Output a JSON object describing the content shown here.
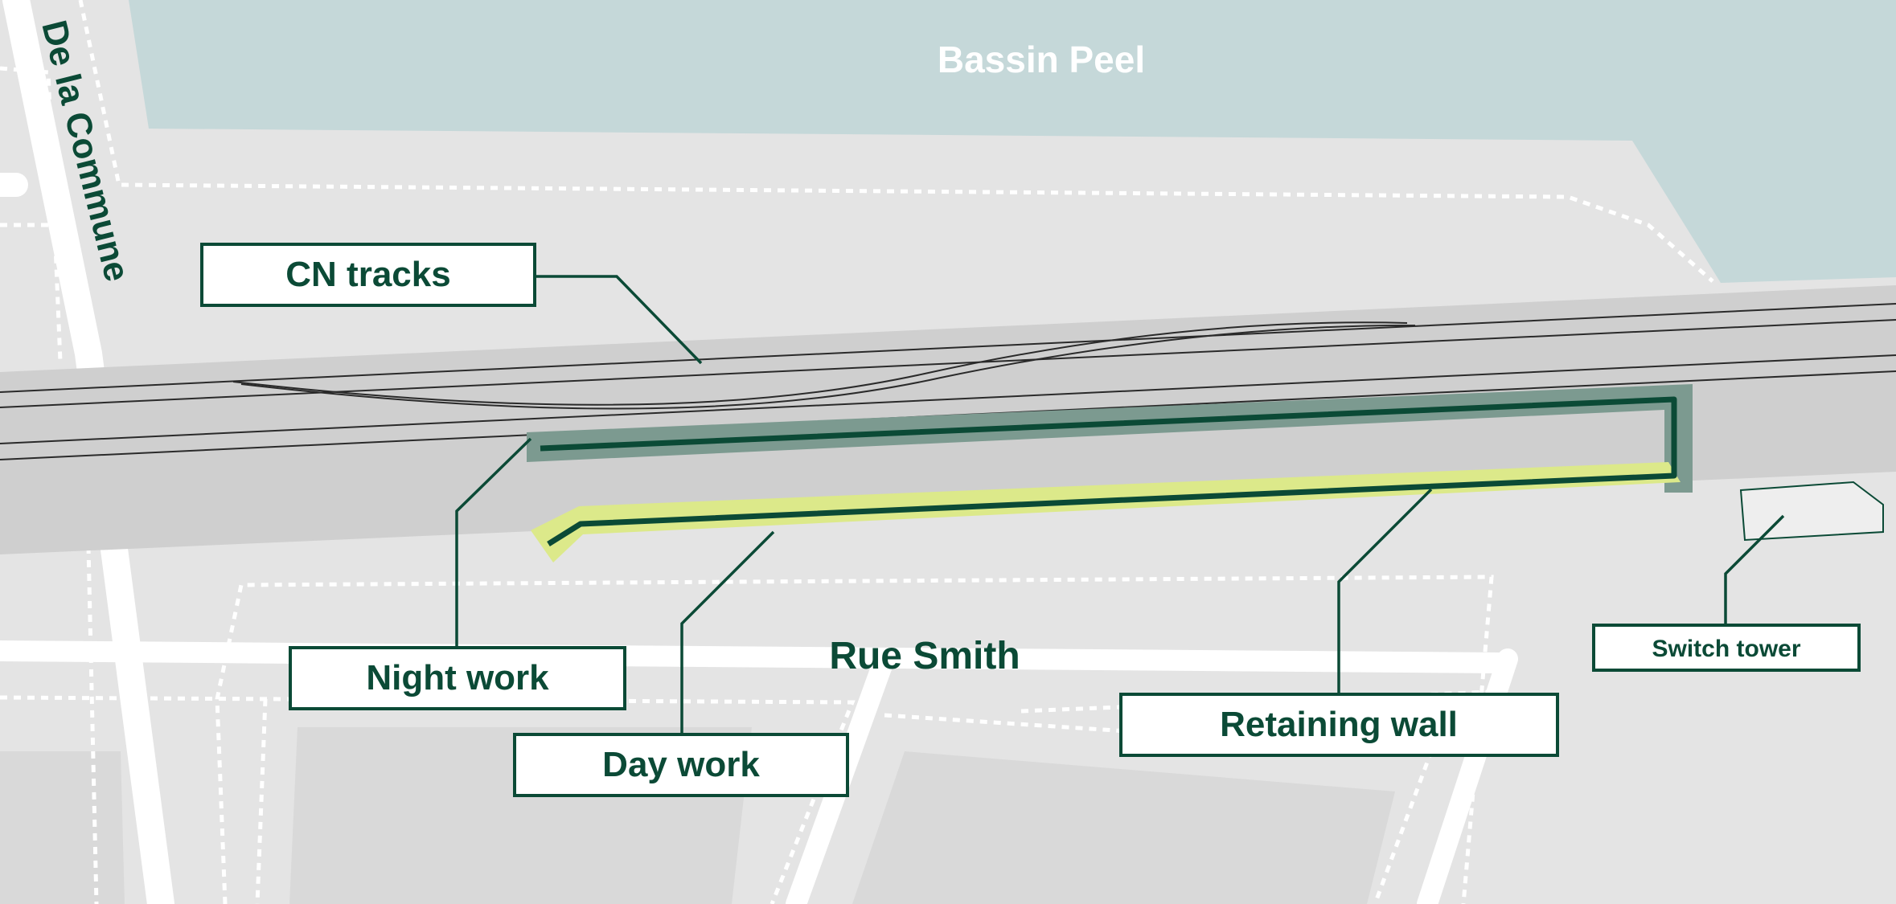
{
  "map": {
    "water_label": "Bassin Peel",
    "street_vertical": "De la Commune",
    "street_horizontal": "Rue Smith"
  },
  "callouts": {
    "cn_tracks": "CN tracks",
    "night_work": "Night work",
    "day_work": "Day work",
    "retaining_wall": "Retaining wall",
    "switch_tower": "Switch tower"
  },
  "colors": {
    "water": "#c5d8d9",
    "ground": "#e4e4e4",
    "rail_corridor": "#cfcfcf",
    "night_zone": "#7c9a90",
    "day_zone": "#dce98a",
    "accent_dark_green": "#0b4a36"
  }
}
